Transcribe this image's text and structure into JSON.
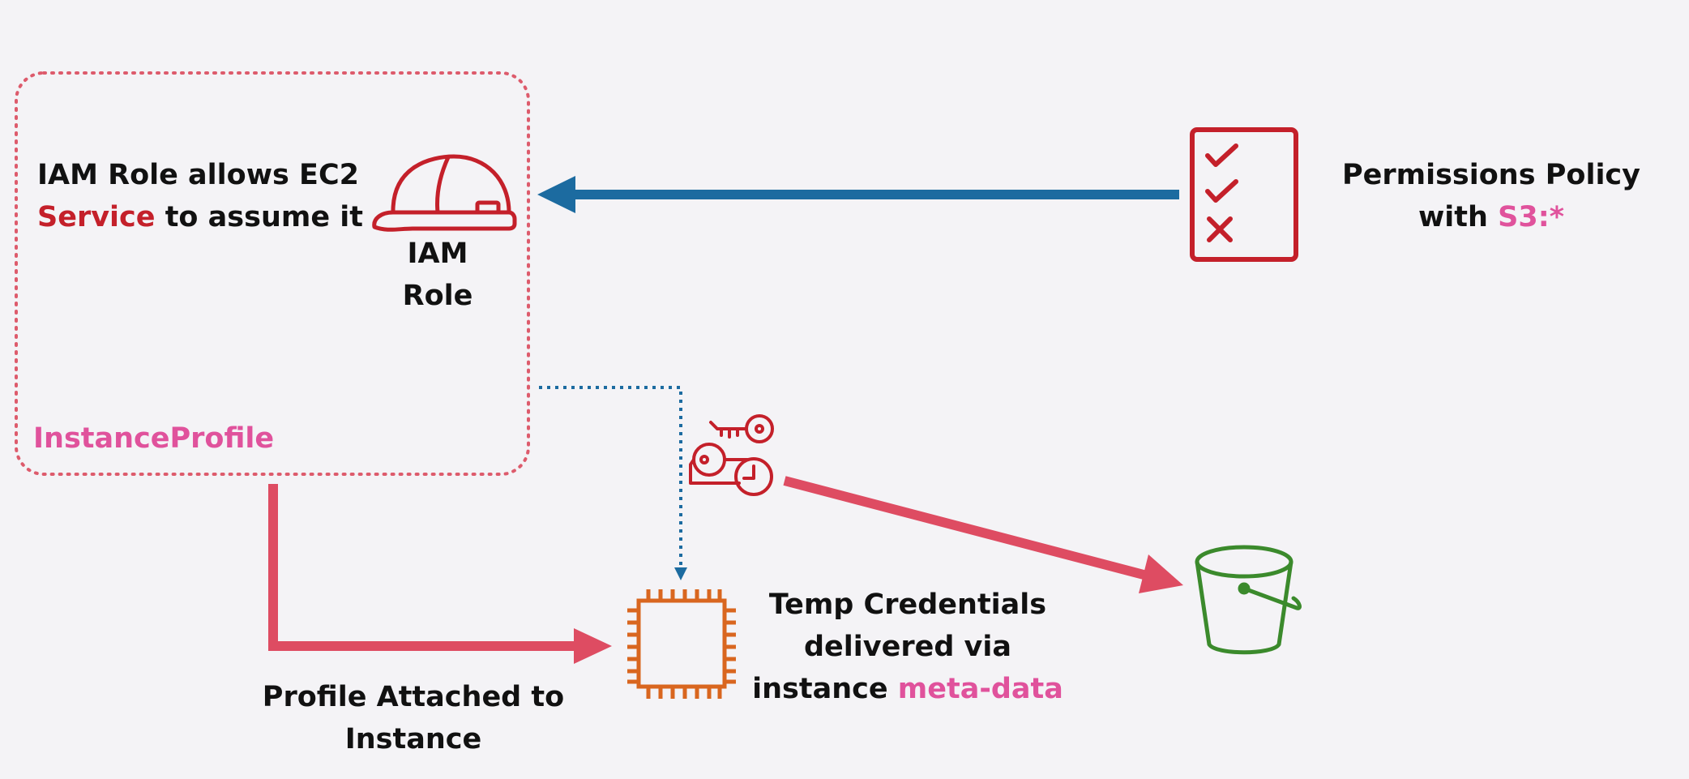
{
  "colors": {
    "background": "#f4f3f6",
    "text": "#111111",
    "accent_red": "#c4202a",
    "accent_pink": "#e0529c",
    "arrow_blue": "#1c6ba0",
    "arrow_red": "#de4c62",
    "ec2_orange": "#d9661f",
    "s3_green": "#3b8a2c",
    "profile_border": "#dd5b6c"
  },
  "instance_profile": {
    "caption_line1": "IAM Role allows EC2",
    "caption_service": "Service",
    "caption_rest": " to assume it",
    "label": "InstanceProfile"
  },
  "iam_role": {
    "icon": "hard-hat-icon",
    "label_line1": "IAM",
    "label_line2": "Role"
  },
  "permissions_policy": {
    "icon": "checklist-icon",
    "line1": "Permissions Policy",
    "line2_prefix": "with ",
    "line2_highlight": "S3:*"
  },
  "ec2_instance": {
    "icon": "chip-icon",
    "label_line1": "Profile Attached to",
    "label_line2": "Instance"
  },
  "temp_credentials": {
    "icon": "temporary-keys-icon",
    "line1": "Temp Credentials",
    "line2": "delivered via",
    "line3_prefix": "instance ",
    "line3_highlight": "meta-data"
  },
  "s3_bucket": {
    "icon": "bucket-icon"
  }
}
